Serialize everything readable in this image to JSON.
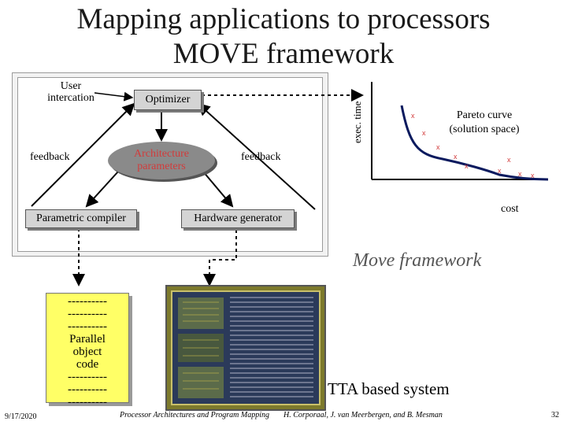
{
  "title": {
    "line1": "Mapping applications to processors",
    "line2": "MOVE framework"
  },
  "diagram": {
    "user_interaction": "User\nintercation",
    "optimizer": "Optimizer",
    "feedback_left": "feedback",
    "architecture_parameters": [
      "Architecture",
      "parameters"
    ],
    "feedback_right": "feedback",
    "parametric_compiler": "Parametric compiler",
    "hardware_generator": "Hardware generator"
  },
  "pareto": {
    "y_label": "exec. time",
    "x_label": "cost",
    "curve_label": "Pareto curve\n(solution space)",
    "point_marker": "x",
    "point_color": "#d23b3b"
  },
  "move_framework_label": "Move framework",
  "note": {
    "lines": [
      "----------",
      "----------",
      "----------",
      "Parallel",
      "object",
      "code",
      "----------",
      "----------",
      "----------"
    ],
    "color": "#ffff66"
  },
  "tta_label": "TTA based system",
  "footer": {
    "date": "9/17/2020",
    "course": "Processor Architectures and Program Mapping",
    "authors": "H. Corporaal, J. van Meerbergen, and B. Mesman",
    "page": "32"
  }
}
